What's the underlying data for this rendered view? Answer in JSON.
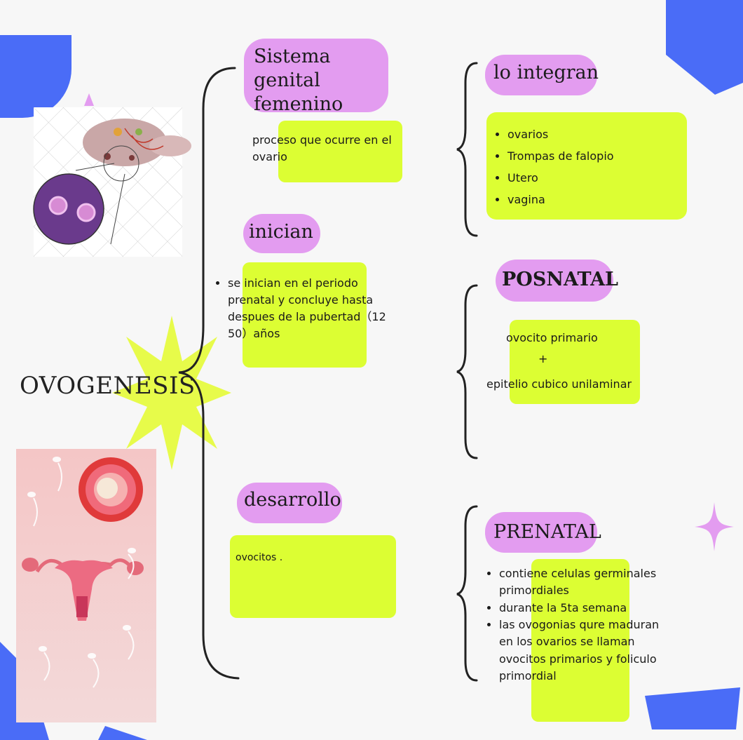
{
  "central": {
    "title": "OVOGENESIS"
  },
  "sistema": {
    "title_line1": "Sistema genital",
    "title_line2": "femenino",
    "description_line1": "proceso que ocurre en el",
    "description_line2": "ovario"
  },
  "inician": {
    "title": "inician",
    "bullet_lines": [
      "se inician en el periodo",
      "prenatal y concluye hasta",
      "despues de la pubertad（12",
      "50）años"
    ]
  },
  "desarrollo": {
    "title": "desarrollo",
    "text": "ovocitos ."
  },
  "integran": {
    "title": "lo integran",
    "items": [
      "ovarios",
      "Trompas de falopio",
      "Utero",
      "vagina"
    ]
  },
  "posnatal": {
    "title": "POSNATAL",
    "line1": "ovocito primario",
    "line2": "+",
    "line3": "epitelio cubico unilaminar"
  },
  "prenatal": {
    "title": "PRENATAL",
    "items": [
      [
        "contiene celulas germinales",
        "primordiales"
      ],
      [
        "durante la 5ta semana"
      ],
      [
        "las ovogonias qure maduran",
        "en los ovarios se llaman",
        "ovocitos primarios y foliculo",
        "primordial"
      ]
    ]
  },
  "colors": {
    "pill": "#e39cf0",
    "highlight": "#dcfe33",
    "blue": "#4a6cf7",
    "star": "#e7fb4a"
  }
}
